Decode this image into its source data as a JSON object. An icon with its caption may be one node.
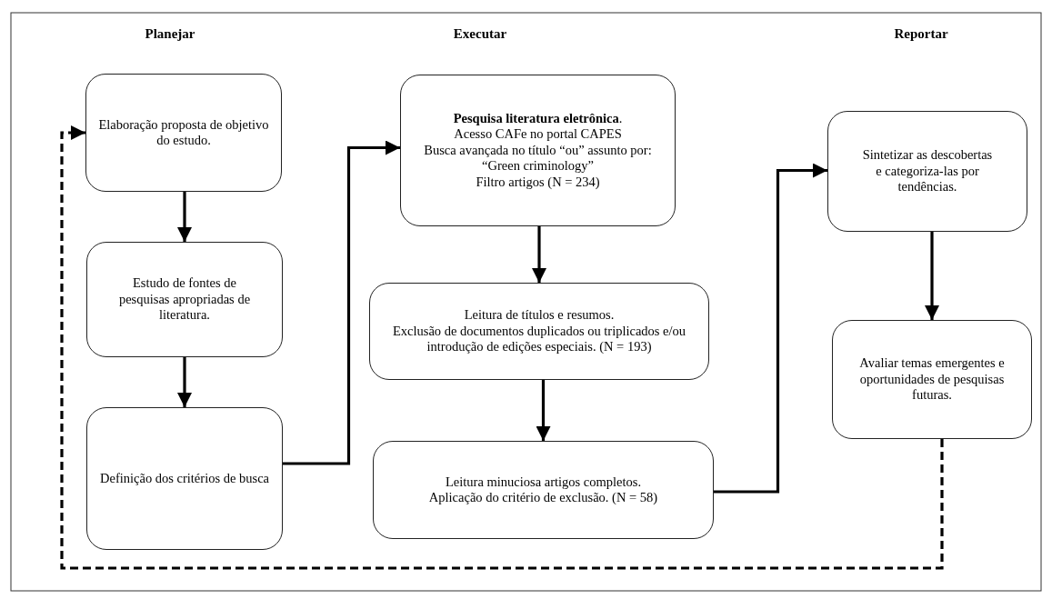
{
  "diagram": {
    "nodes": [
      {
        "text": [
          "Elaboração proposta de objetivo do estudo."
        ]
      },
      {
        "text": [
          "Estudo de fontes de pesquisas apropriadas de literatura."
        ]
      },
      {
        "text": [
          "Definição dos critérios de busca"
        ]
      },
      {
        "text": [
          "**Pesquisa literatura eletrônica**.",
          "Acesso CAFe no portal CAPES",
          "Busca avançada no título “ou” assunto por: “Green criminology”",
          "Filtro artigos (N = 234)"
        ]
      },
      {
        "text": [
          "Leitura de títulos e resumos.",
          "Exclusão de documentos duplicados ou triplicados e/ou introdução de edições especiais. (N = 193)"
        ]
      },
      {
        "text": [
          "Leitura minuciosa artigos completos.",
          "Aplicação do critério de exclusão. (N = 58)"
        ]
      },
      {
        "text": [
          "Sintetizar as descobertas e categoriza-las por tendências."
        ]
      },
      {
        "text": [
          "Avaliar temas emergentes e oportunidades de pesquisas futuras."
        ]
      }
    ],
    "edges": [
      {
        "from": 0,
        "to": 1,
        "arrow": "to"
      },
      {
        "from": 1,
        "to": 2,
        "arrow": "to"
      },
      {
        "from": 2,
        "to": 3,
        "arrow": "to"
      },
      {
        "from": 3,
        "to": 4,
        "arrow": "to"
      },
      {
        "from": 4,
        "to": 5,
        "arrow": "to"
      },
      {
        "from": 5,
        "to": 6,
        "arrow": "to"
      },
      {
        "from": 6,
        "to": 7,
        "arrow": "to"
      },
      {
        "from": 7,
        "to": 0,
        "arrow": "to",
        "style": "dashed"
      }
    ],
    "labels": [
      "Planejar",
      "Executar",
      "Reportar"
    ]
  }
}
